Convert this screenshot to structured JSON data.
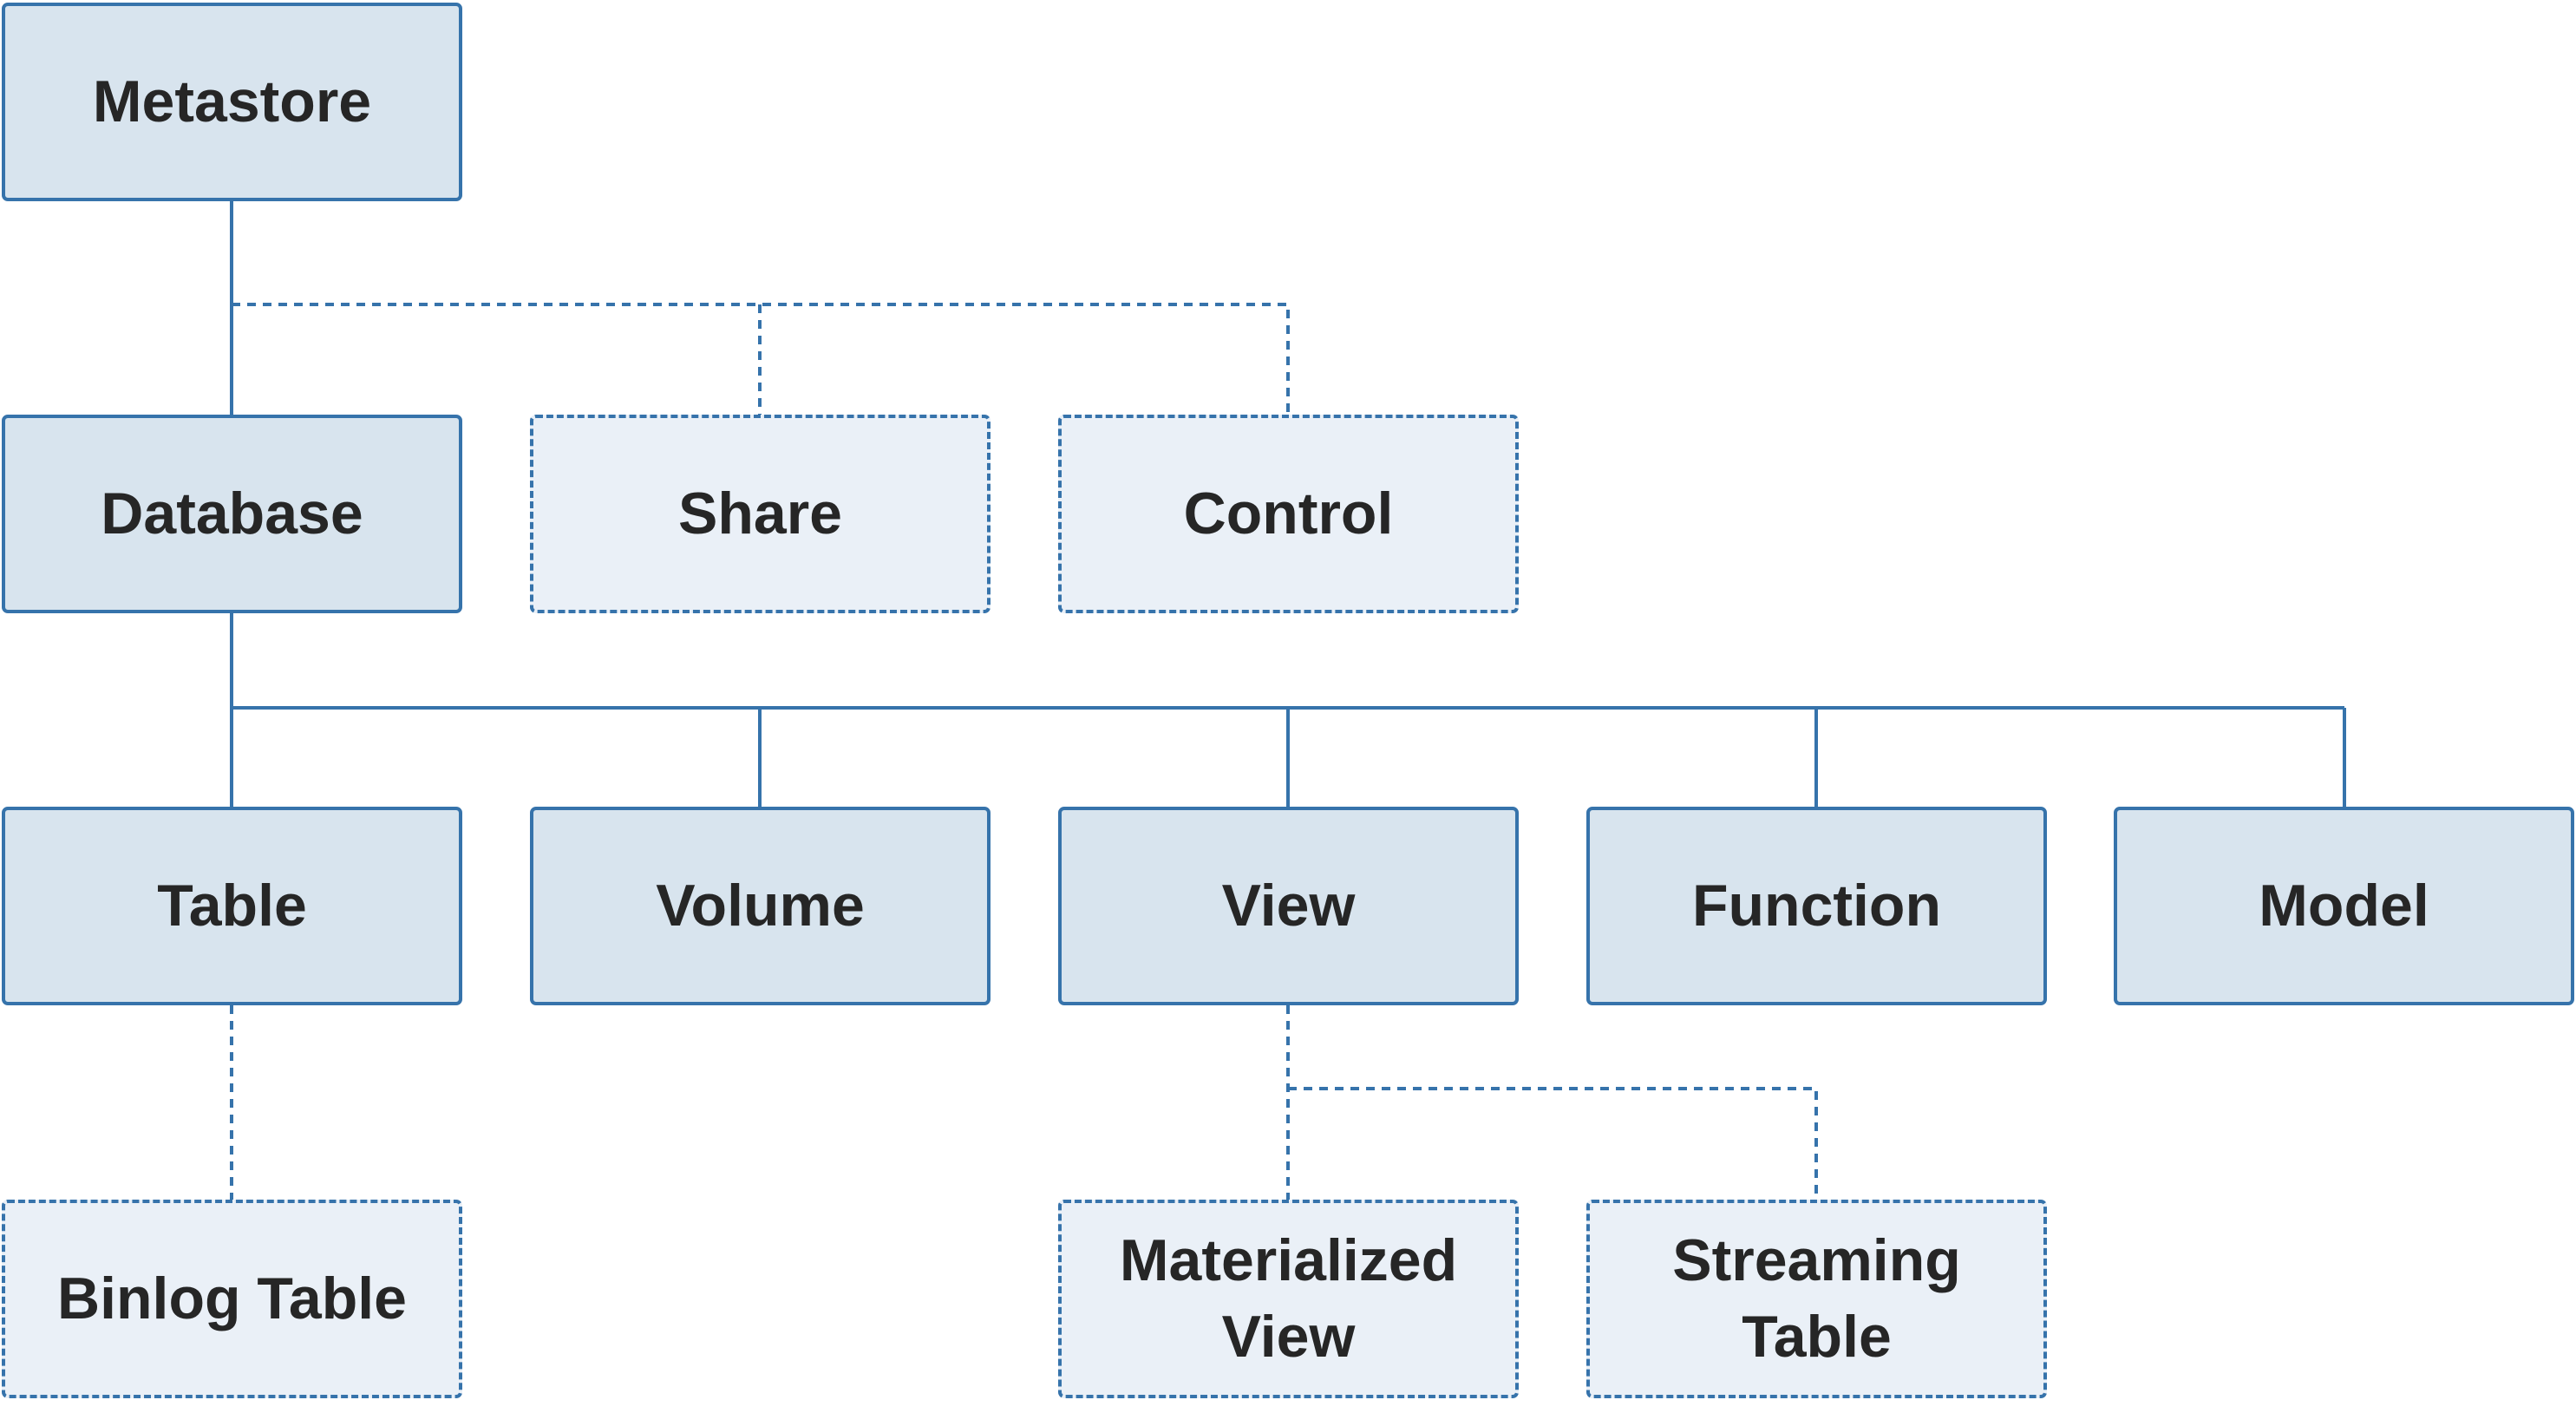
{
  "diagram": {
    "colors": {
      "stroke": "#3673ab",
      "solid_fill": "#d8e4ee",
      "dashed_fill": "#eaf0f7",
      "text": "#262626"
    },
    "nodes": {
      "metastore": "Metastore",
      "database": "Database",
      "share": "Share",
      "control": "Control",
      "table": "Table",
      "volume": "Volume",
      "view": "View",
      "function": "Function",
      "model": "Model",
      "binlog_table": "Binlog Table",
      "materialized_view": "Materialized\nView",
      "streaming_table": "Streaming\nTable"
    },
    "edges": [
      {
        "from": "metastore",
        "to": "database",
        "style": "solid"
      },
      {
        "from": "metastore",
        "to": "share",
        "style": "dashed"
      },
      {
        "from": "metastore",
        "to": "control",
        "style": "dashed"
      },
      {
        "from": "database",
        "to": "table",
        "style": "solid"
      },
      {
        "from": "database",
        "to": "volume",
        "style": "solid"
      },
      {
        "from": "database",
        "to": "view",
        "style": "solid"
      },
      {
        "from": "database",
        "to": "function",
        "style": "solid"
      },
      {
        "from": "database",
        "to": "model",
        "style": "solid"
      },
      {
        "from": "table",
        "to": "binlog_table",
        "style": "dashed"
      },
      {
        "from": "view",
        "to": "materialized_view",
        "style": "dashed"
      },
      {
        "from": "view",
        "to": "streaming_table",
        "style": "dashed"
      }
    ]
  }
}
